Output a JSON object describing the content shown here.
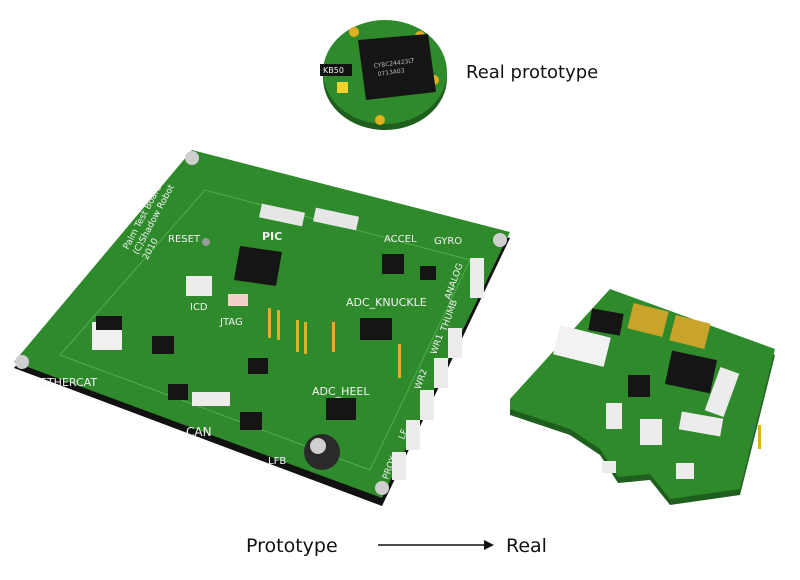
{
  "labels": {
    "real_prototype": "Real prototype",
    "prototype": "Prototype",
    "real": "Real"
  },
  "board_silkscreen": {
    "title_lines": [
      "Palm Test Board",
      "(C)Shadow Robot",
      "2010"
    ],
    "reset": "RESET",
    "pic": "PIC",
    "accel": "ACCEL",
    "gyro": "GYRO",
    "icd": "ICD",
    "jtag": "JTAG",
    "analog": "ANALOG",
    "adc_knuckle": "ADC_KNUCKLE",
    "adc_heel": "ADC_HEEL",
    "thumb": "THUMB",
    "wr1": "WR1",
    "wr2": "WR2",
    "lf": "LF",
    "lfb": "LFB",
    "prox": "PROX",
    "can": "CAN",
    "ethercat": "ETHERCAT",
    "kb50": "KB50",
    "chip_marking": [
      "CY8C24423LT",
      "0713A03"
    ]
  },
  "colors": {
    "pcb_green": "#2f8a2c",
    "pcb_dark": "#1f5e1d",
    "silkscreen": "#f2f2f2",
    "gold": "#e0b020",
    "chip": "#1a1a1a"
  }
}
